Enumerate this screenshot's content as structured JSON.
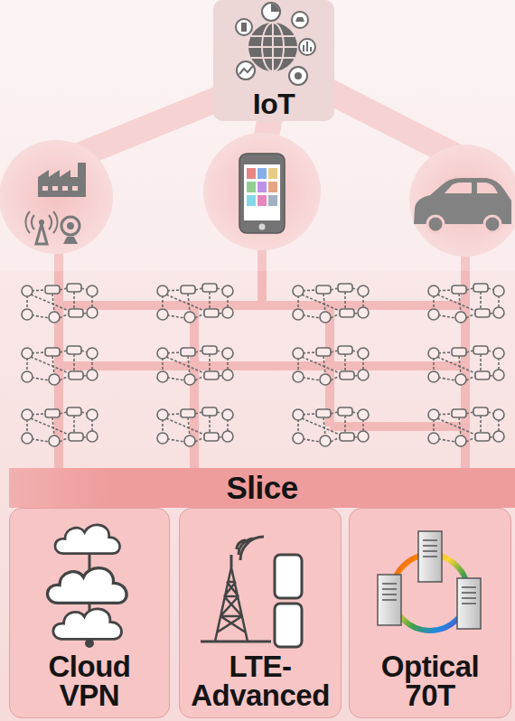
{
  "diagram": {
    "nodes": [
      {
        "text": [
          "IoT"
        ]
      },
      {
        "text": [
          "Slice"
        ]
      },
      {
        "text": [
          "Cloud VPN"
        ]
      },
      {
        "text": [
          "LTE- Advanced"
        ]
      },
      {
        "text": [
          "Optical 70T"
        ]
      }
    ]
  }
}
